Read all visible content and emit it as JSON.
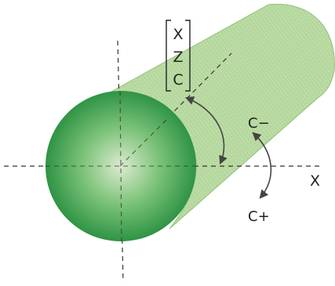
{
  "diagram": {
    "bracket_labels": [
      "X",
      "Z",
      "C"
    ],
    "labels": {
      "c_minus": "C−",
      "c_plus": "C+",
      "x_axis": "X"
    },
    "colors": {
      "cylinder_body": "#b8d9a1",
      "cylinder_edge": "#7fb86a",
      "face_center": "#dcebd0",
      "face_mid": "#55b05a",
      "face_edge": "#1f8a3a",
      "axis_line": "#333333",
      "arrow": "#444444"
    }
  }
}
